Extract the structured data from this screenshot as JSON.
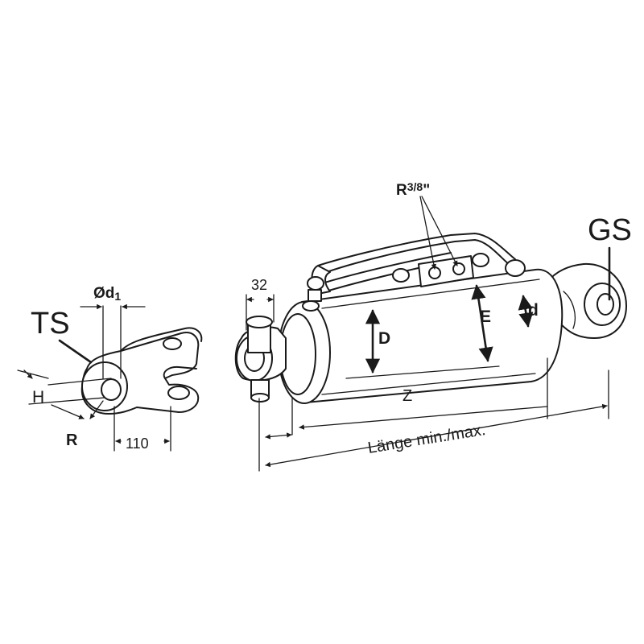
{
  "labels": {
    "ts": "TS",
    "gs": "GS",
    "od1_prefix": "Ød",
    "od1_sub": "1",
    "h": "H",
    "r": "R",
    "w110": "110",
    "w32": "32",
    "r38_base": "R",
    "r38_frac": "3/8",
    "r38_quote": "\"",
    "D": "D",
    "E": "E",
    "d": "d",
    "Z": "Z",
    "length": "Länge min./max."
  },
  "colors": {
    "ink": "#1a1a1a",
    "background": "#ffffff"
  }
}
